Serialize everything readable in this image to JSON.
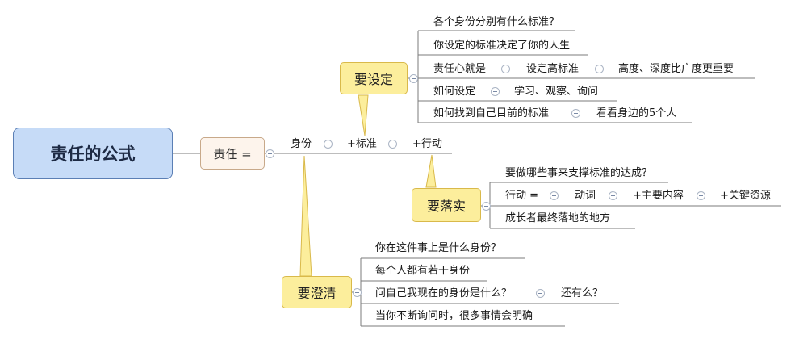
{
  "root": {
    "title": "责任的公式"
  },
  "formula": {
    "label": "责任 =",
    "terms": [
      "身份",
      "+标准",
      "+行动"
    ]
  },
  "callouts": {
    "set": "要设定",
    "execute": "要落实",
    "clarify": "要澄清"
  },
  "set_items": {
    "q1": "各个身份分别有什么标准？",
    "q2": "你设定的标准决定了你的人生",
    "q3": [
      "责任心就是",
      "设定高标准",
      "高度、深度比广度更重要"
    ],
    "q4": [
      "如何设定",
      "学习、观察、询问"
    ],
    "q5": [
      "如何找到自己目前的标准",
      "看看身边的5个人"
    ]
  },
  "execute_items": {
    "q1": "要做哪些事来支撑标准的达成？",
    "q2": [
      "行动 =",
      "动词",
      "+主要内容",
      "+关键资源"
    ],
    "q3": "成长者最终落地的地方"
  },
  "clarify_items": {
    "q1": "你在这件事上是什么身份？",
    "q2": "每个人都有若干身份",
    "q3": [
      "问自己我现在的身份是什么？",
      "还有么？"
    ],
    "q4": "当你不断询问时，很多事情会明确"
  },
  "colors": {
    "root_fill": "#c6dbf7",
    "callout_fill": "#fcee9c",
    "formula_fill": "#fdf4ec",
    "line": "#7b7b7b"
  }
}
